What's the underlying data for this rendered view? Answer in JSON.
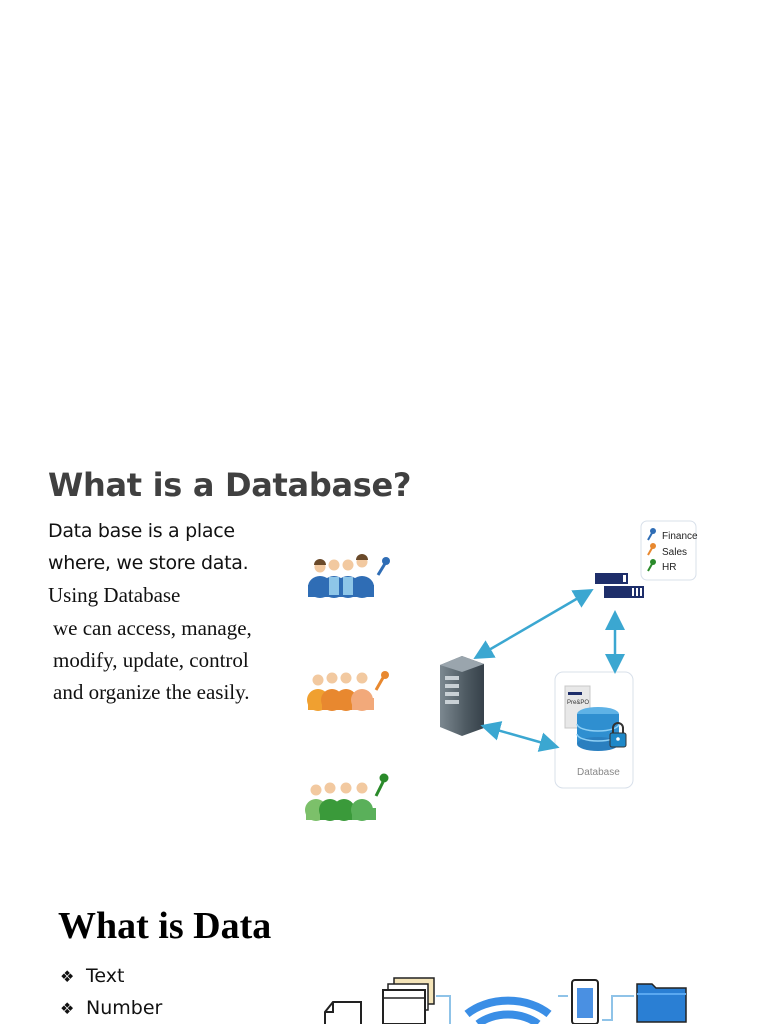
{
  "section1": {
    "title": "What is a Database?",
    "lines": [
      "Data base is a place",
      "where, we store data.",
      "Using Database",
      "we can access, manage,",
      "modify, update, control",
      "and organize the easily."
    ]
  },
  "diagram": {
    "keys": [
      "Finance",
      "Sales",
      "HR"
    ],
    "db_label": "Database",
    "doc_label": "Pre&PO",
    "colors": {
      "blue_group": "#2f6db5",
      "orange_group": "#e8882f",
      "green_group": "#4aa54a",
      "arrow": "#3ba7d1",
      "server": "#5a6670",
      "db_cylinder": "#2f8fd0"
    }
  },
  "section2": {
    "title": "What is Data",
    "bullets": [
      "Text",
      "Number"
    ]
  }
}
